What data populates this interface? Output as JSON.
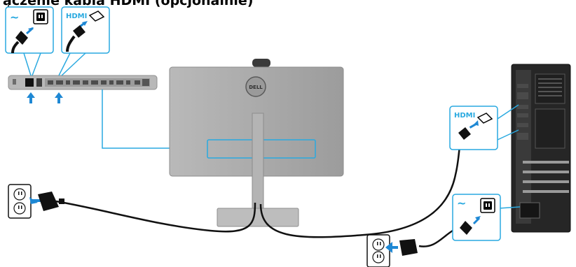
{
  "title": "ączenie kabla HDMI (opcjonalnie)",
  "hdmi_label": "HDMI",
  "ac_symbol": "~",
  "dell_logo": "DELL",
  "colors": {
    "callout_border": "#29a9e0",
    "arrow_blue": "#1e88d4",
    "monitor_gray": "#a7a7a7",
    "cable_black": "#111111"
  }
}
